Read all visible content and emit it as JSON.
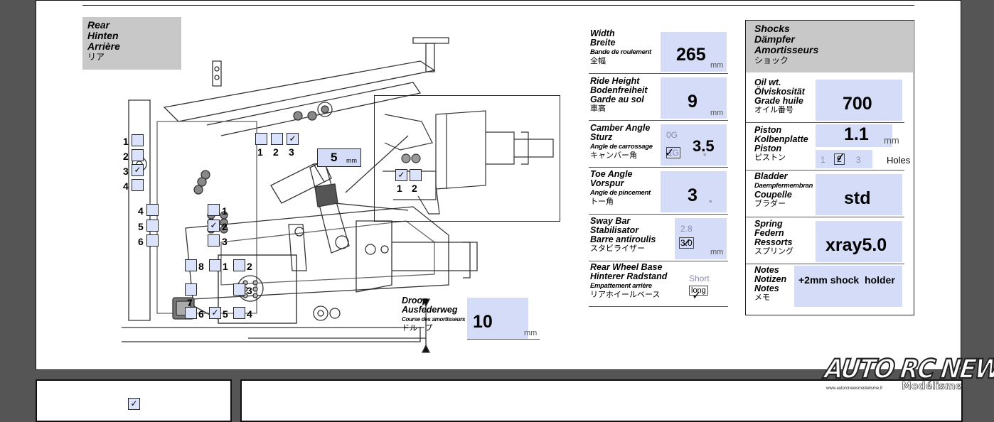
{
  "rear_header": {
    "line1": "Rear",
    "line2": "Hinten",
    "line3": "Arrière",
    "line4": "リア"
  },
  "shocks_header": {
    "line1": "Shocks",
    "line2": "Dämpfer",
    "line3": "Amortisseurs",
    "line4": "ショック"
  },
  "settings": {
    "width": {
      "en": "Width",
      "de": "Breite",
      "fr": "Bande de roulement",
      "jp": "全幅",
      "value": "265",
      "unit": "mm"
    },
    "ride_height": {
      "en": "Ride Height",
      "de": "Bodenfreiheit",
      "fr": "Garde au sol",
      "jp": "車高",
      "value": "9",
      "unit": "mm"
    },
    "camber": {
      "en": "Camber Angle",
      "de": "Sturz",
      "fr": "Angle de carrossage",
      "jp": "キャンバー角",
      "opt1": "0G",
      "opt2": "1G",
      "mark": "✓",
      "value": "3.5",
      "unit": "°"
    },
    "toe": {
      "en": "Toe Angle",
      "de": "Vorspur",
      "fr": "Angle de pincement",
      "jp": "トー角",
      "value": "3",
      "unit": "°"
    },
    "sway_bar": {
      "en": "Sway Bar",
      "de": "Stabilisator",
      "fr": "Barre antiroulis",
      "jp": "スタビライザー",
      "opt1": "2.8",
      "opt2": "3.0",
      "mark": "✓",
      "unit": "mm"
    },
    "wheel_base": {
      "en": "Rear Wheel Base",
      "de": "Hinterer Radstand",
      "fr": "Empattement arrière",
      "jp": "リアホイールベース",
      "opt1": "Short",
      "opt2": "long",
      "mark": "✓"
    },
    "droop": {
      "en": "Droop",
      "de": "Ausfederweg",
      "fr": "Course des amortisseurs",
      "jp": "ドループ",
      "value": "10",
      "unit": "mm"
    }
  },
  "shocks": {
    "oil": {
      "en": "Oil wt.",
      "de": "Ölviskosität",
      "fr": "Grade huile",
      "jp": "オイル番号",
      "value": "700"
    },
    "piston": {
      "en": "Piston",
      "de": "Kolbenplatte",
      "fr": "Piston",
      "jp": "ピストン",
      "value": "1.1",
      "unit": "mm",
      "opt1": "1",
      "opt2": "2",
      "opt3": "3",
      "mark": "✓",
      "holes": "Holes"
    },
    "bladder": {
      "en": "Bladder",
      "de": "Daempfermembran",
      "fr": "Coupelle",
      "jp": "ブラダー",
      "value": "std"
    },
    "spring": {
      "en": "Spring",
      "de": "Federn",
      "fr": "Ressorts",
      "jp": "スプリング",
      "value": "xray5.0"
    },
    "notes": {
      "en": "Notes",
      "de": "Notizen",
      "fr": "Notes",
      "jp": "メモ",
      "value": "+2mm shock  holder"
    }
  },
  "diagram": {
    "top_mount": {
      "n1": "1",
      "n2": "2",
      "n3": "3",
      "mark3": "✓"
    },
    "arm_holes": {
      "n1": "1",
      "n2": "2",
      "n3": "3",
      "n4": "4",
      "mark3": "✓"
    },
    "left_holes": {
      "n4": "4",
      "n5": "5",
      "n6": "6"
    },
    "right_holes": {
      "n1": "1",
      "n2": "2",
      "n3": "3",
      "mark2": "✓"
    },
    "grid": {
      "n1": "1",
      "n2": "2",
      "n3": "3",
      "n4": "4",
      "n5": "5",
      "n6": "6",
      "n7": "7",
      "n8": "8",
      "mark5": "✓"
    },
    "inset": {
      "n1": "1",
      "n2": "2",
      "mark1": "✓"
    },
    "spacer": {
      "value": "5",
      "unit": "mm"
    }
  },
  "bottom_left": {
    "mark": "✓"
  },
  "watermark": {
    "brand": "AUTO RC NEWS",
    "sub": "Modélisme",
    "url": "www.autorcnewsmodelisme.fr"
  }
}
